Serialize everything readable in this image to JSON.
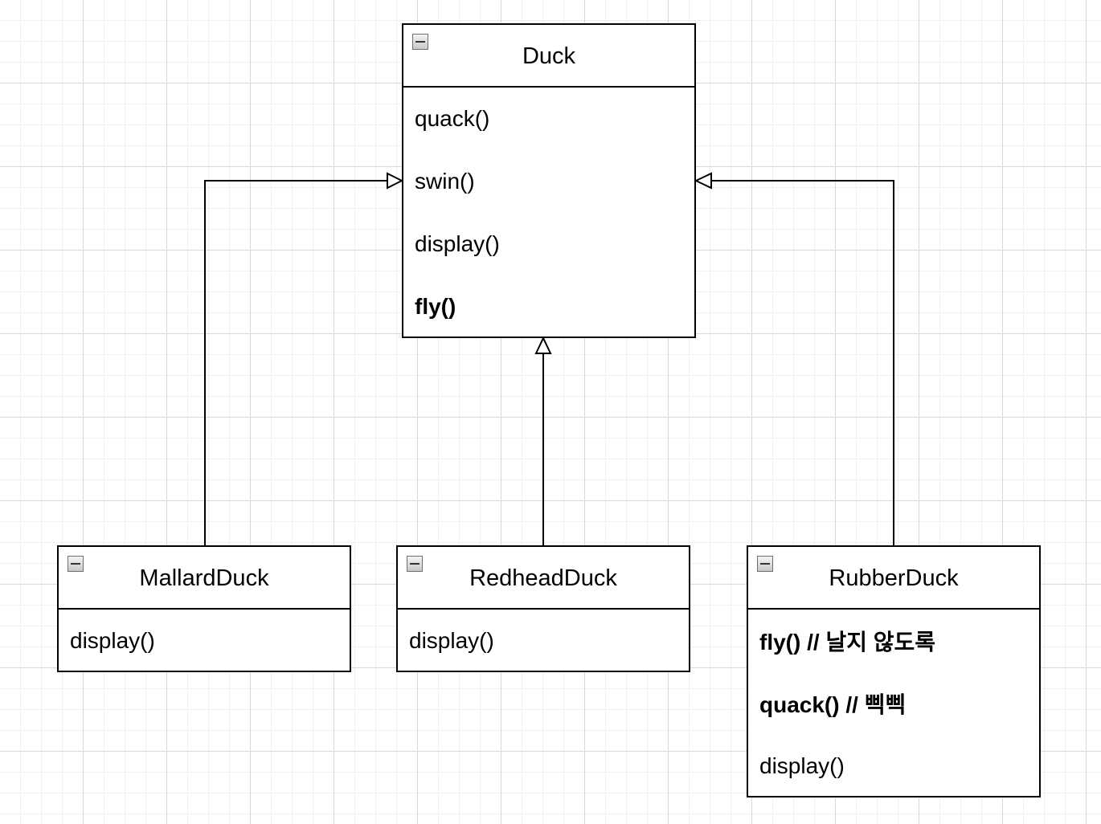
{
  "diagram": {
    "classes": {
      "duck": {
        "name": "Duck",
        "methods": [
          {
            "text": "quack()",
            "bold": false
          },
          {
            "text": "swin()",
            "bold": false
          },
          {
            "text": "display()",
            "bold": false
          },
          {
            "text": "fly()",
            "bold": true
          }
        ]
      },
      "mallard": {
        "name": "MallardDuck",
        "methods": [
          {
            "text": "display()",
            "bold": false
          }
        ]
      },
      "redhead": {
        "name": "RedheadDuck",
        "methods": [
          {
            "text": "display()",
            "bold": false
          }
        ]
      },
      "rubber": {
        "name": "RubberDuck",
        "methods": [
          {
            "text": "fly() // 날지 않도록",
            "bold": true
          },
          {
            "text": "quack() // 삑삑",
            "bold": true
          },
          {
            "text": "display()",
            "bold": false
          }
        ]
      }
    },
    "relations": [
      {
        "type": "generalization",
        "from": "MallardDuck",
        "to": "Duck"
      },
      {
        "type": "generalization",
        "from": "RedheadDuck",
        "to": "Duck"
      },
      {
        "type": "generalization",
        "from": "RubberDuck",
        "to": "Duck"
      }
    ]
  }
}
